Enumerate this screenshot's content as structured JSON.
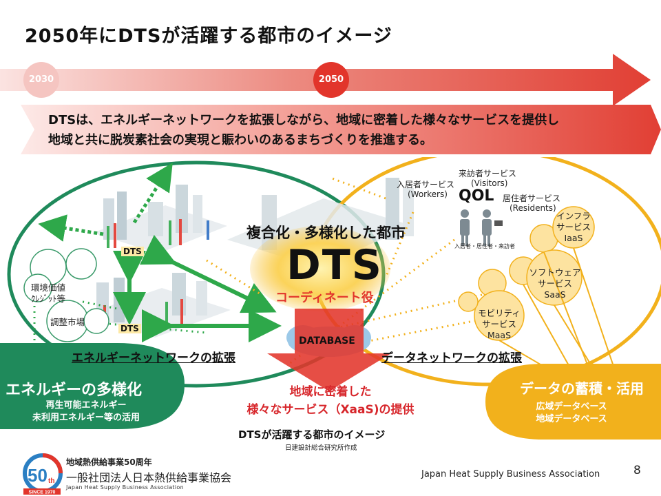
{
  "title": "2050年にDTSが活躍する都市のイメージ",
  "timeline": {
    "start": "2030",
    "end": "2050"
  },
  "description": {
    "line1": "DTSは、エネルギーネットワークを拡張しながら、地域に密着した様々なサービスを提供し",
    "line2": "地域と共に脱炭素社会の実現と賑わいのあるまちづくりを推進する。"
  },
  "center": {
    "heading": "複合化・多様化した都市",
    "dts": "DTS",
    "role": "コーディネート役",
    "database": "DATABASE"
  },
  "left": {
    "dts_tag_1": "DTS",
    "dts_tag_2": "DTS",
    "bubble_env": "環境価値\nｸﾚｼﾞｯﾄ等",
    "bubble_market": "調整市場",
    "network_label": "エネルギーネットワークの拡張",
    "head": "エネルギーの多様化",
    "sub1": "再生可能エネルギー",
    "sub2": "未利用エネルギー等の活用"
  },
  "right": {
    "visitors": "来訪者サービス",
    "visitors_en": "(Visitors)",
    "workers": "入居者サービス",
    "workers_en": "(Workers)",
    "residents": "居住者サービス",
    "residents_en": "(Residents)",
    "qol": "QOL",
    "qol_caption": "入居者・居住者・来訪者",
    "infra": "インフラ\nサービス\nIaaS",
    "software": "ソフトウェア\nサービス\nSaaS",
    "mobility": "モビリティ\nサービス\nMaaS",
    "network_label": "データネットワークの拡張",
    "head": "データの蓄積・活用",
    "sub1": "広域データベース",
    "sub2": "地域データベース"
  },
  "bottom": {
    "service_line1": "地域に密着した",
    "service_line2": "様々なサービス（XaaS)の提供",
    "caption": "DTSが活躍する都市のイメージ",
    "credit": "日建設計総合研究所作成"
  },
  "footer": {
    "logo_line1": "地域熱供給事業50周年",
    "logo_line2": "一般社団法人日本熱供給事業協会",
    "logo_line3": "Japan Heat Supply Business Association",
    "logo_since": "SINCE 1970",
    "logo_num": "50",
    "logo_th": "th",
    "association": "Japan Heat Supply Business Association",
    "page": "8"
  },
  "colors": {
    "green": "#1f8a5b",
    "arrow_green": "#2ea84a",
    "orange": "#f2b11c",
    "red": "#e2352b",
    "timeline_light": "#f6c7c4"
  }
}
